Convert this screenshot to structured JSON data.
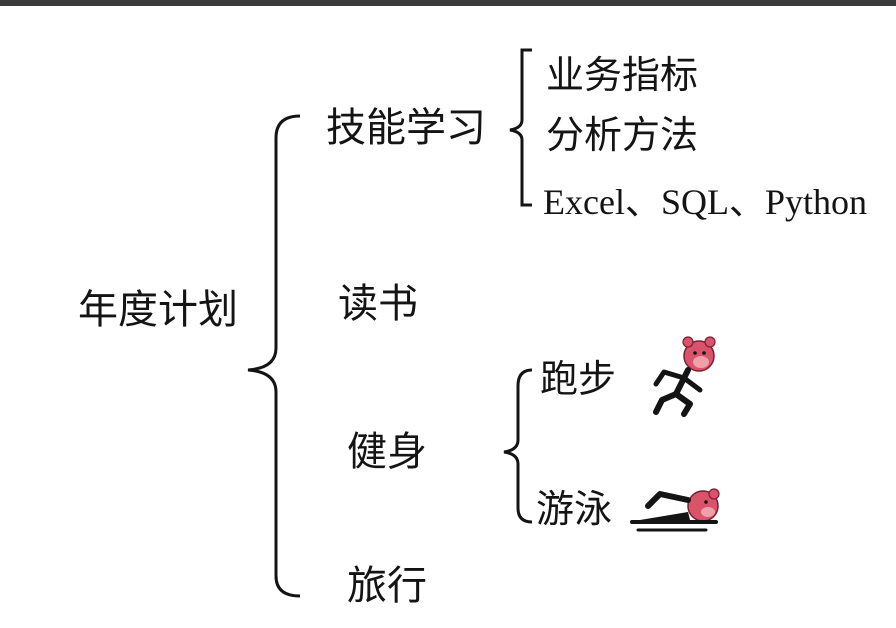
{
  "root": {
    "label": "年度计划"
  },
  "branches": [
    {
      "label": "技能学习",
      "children": [
        {
          "label": "业务指标"
        },
        {
          "label": "分析方法"
        },
        {
          "label": "Excel、SQL、Python"
        }
      ]
    },
    {
      "label": "读书",
      "children": []
    },
    {
      "label": "健身",
      "children": [
        {
          "label": "跑步",
          "icon": "running-monkey-icon"
        },
        {
          "label": "游泳",
          "icon": "swimming-monkey-icon"
        }
      ]
    },
    {
      "label": "旅行",
      "children": []
    }
  ],
  "colors": {
    "ink": "#141414",
    "face": "#d9546a",
    "face_light": "#f0a0aa"
  }
}
